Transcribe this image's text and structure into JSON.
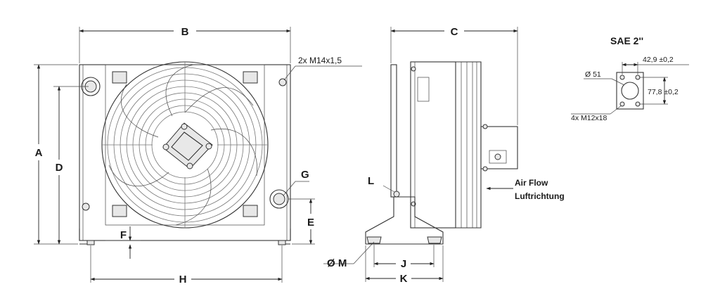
{
  "front_view": {
    "dim_a": "A",
    "dim_b": "B",
    "dim_d": "D",
    "dim_e": "E",
    "dim_f": "F",
    "dim_g": "G",
    "dim_h": "H",
    "thread_note": "2x M14x1,5"
  },
  "side_view": {
    "dim_c": "C",
    "dim_j": "J",
    "dim_k": "K",
    "dim_l": "L",
    "dim_m": "Ø M",
    "airflow_en": "Air Flow",
    "airflow_de": "Luftrichtung"
  },
  "port_detail": {
    "title": "SAE 2''",
    "dim_width": "42,9 ±0,2",
    "dim_height": "77,8 ±0,2",
    "bore": "Ø  51",
    "bolts": "4x M12x18"
  }
}
